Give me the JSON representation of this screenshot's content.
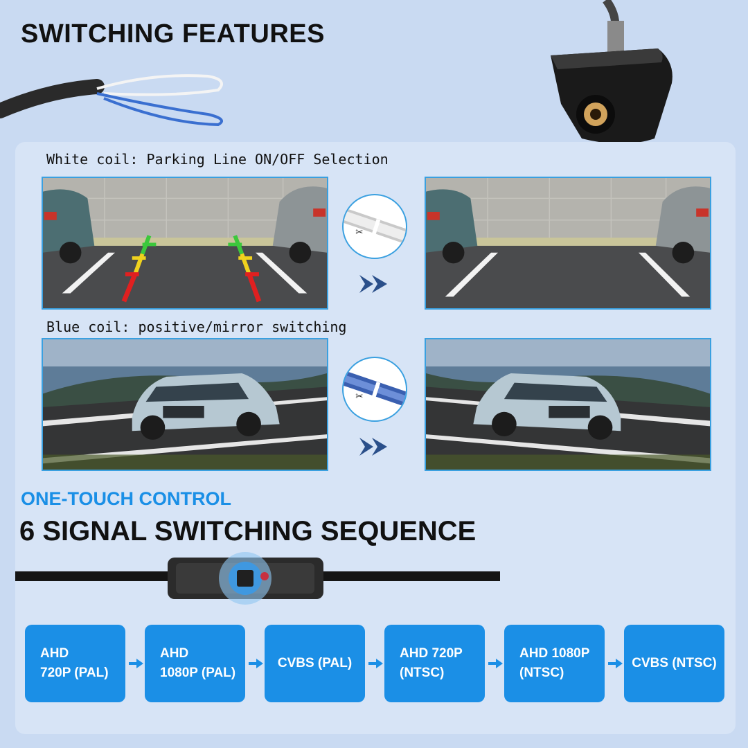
{
  "header": {
    "title": "SWITCHING FEATURES"
  },
  "white_coil": {
    "label": "White coil: Parking Line ON/OFF Selection"
  },
  "blue_coil": {
    "label": "Blue coil: positive/mirror switching"
  },
  "control": {
    "subtitle": "ONE-TOUCH CONTROL",
    "title": "6 SIGNAL SWITCHING SEQUENCE"
  },
  "sequence": [
    {
      "label": "AHD\n720P (PAL)"
    },
    {
      "label": "AHD\n1080P (PAL)"
    },
    {
      "label": "CVBS (PAL)"
    },
    {
      "label": "AHD 720P\n(NTSC)"
    },
    {
      "label": "AHD 1080P\n(NTSC)"
    },
    {
      "label": "CVBS (NTSC)"
    }
  ],
  "colors": {
    "accent": "#1b8fe6",
    "subtitle": "#1a8fe6",
    "background": "#c9daf2",
    "panel": "#d7e4f6",
    "guide_green": "#3cc83c",
    "guide_yellow": "#f0d21e",
    "guide_red": "#e02020"
  }
}
